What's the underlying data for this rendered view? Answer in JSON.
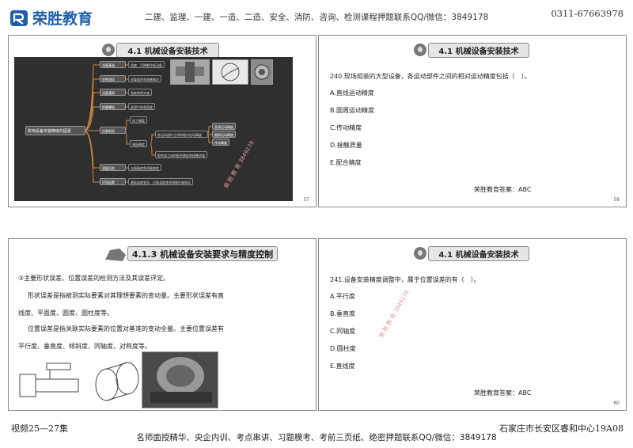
{
  "header": {
    "logo_text": "荣胜教育",
    "center_text": "二建、监理、一建、一造、二造、安全、消防、咨询、检测课程押题联系QQ/微信：3849178",
    "phone": "0311-67663978"
  },
  "footer": {
    "left_text": "视频25—27集",
    "center_text": "名师面授精华、央企内训、考点串讲、习题模考、考前三页纸、绝密押题联系QQ/微信：3849178",
    "right_text": "石家庄市长安区睿和中心19A08"
  },
  "slides": [
    {
      "title": "4.1 机械设备安装技术",
      "number": "57",
      "mindmap": {
        "root": "影响设备安装精度的因素",
        "branches": [
          {
            "label": "设备基础",
            "leaf": "强度、沉降都比新设备"
          },
          {
            "label": "垫铁埋设",
            "leaf": "承载面积和接触情况"
          },
          {
            "label": "设备灌浆",
            "leaf": "强度和密实度"
          },
          {
            "label": "地脚螺栓",
            "leaf": "紧固力和垂直度"
          },
          {
            "label": "设备制造",
            "leaf": "加工精度",
            "sub_label": "装配精度",
            "sub_leaf1": "各运动部件之间的相对运动精度",
            "sub_leaf2": "配合面之间的配合精度和接触质量",
            "fine": [
              "直线运动精度",
              "圆周运动精度",
              "传动精度"
            ]
          },
          {
            "label": "测量误差",
            "leaf": "仪器精度和测量偏差"
          },
          {
            "label": "环境因素",
            "leaf": "基础温度变化、设备温度变化和操作者情况"
          }
        ]
      }
    },
    {
      "title": "4.1 机械设备安装技术",
      "number": "58",
      "question": "240.现场组装的大型设备，各运动部件之间的相对运动精度包括（　）。",
      "options": [
        "A.直线运动精度",
        "B.圆周运动精度",
        "C.传动精度",
        "D.接触质量",
        "E.配合精度"
      ],
      "answer": "荣胜教育答案：ABC"
    },
    {
      "title": "4.1.3 机械设备安装要求与精度控制",
      "lines": [
        "③主要形状误差、位置误差的检测方法及其误差评定。",
        "形状误差是指被测实际要素对其理想要素的变动量。主要形状误差有直",
        "线度、平面度、圆度、圆柱度等。",
        "位置误差是指关联实际要素的位置对基准的变动全量。主要位置误差有",
        "平行度、垂直度、倾斜度、同轴度、对称度等。"
      ]
    },
    {
      "title": "4.1 机械设备安装技术",
      "number": "60",
      "question": "241.设备安装精度调整中，属于位置误差的有（　）。",
      "options": [
        "A.平行度",
        "B.垂直度",
        "C.同轴度",
        "D.圆柱度",
        "E.直线度"
      ],
      "answer": "荣胜教育答案：ABC"
    }
  ]
}
